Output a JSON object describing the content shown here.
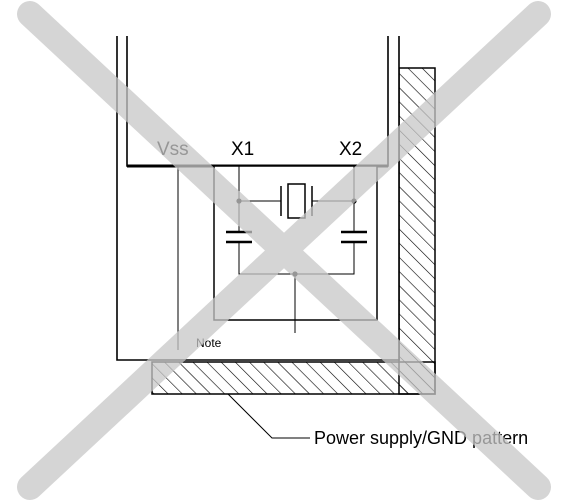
{
  "labels": {
    "vss": "Vss",
    "x1": "X1",
    "x2": "X2",
    "note": "Note",
    "power_gnd": "Power supply/GND pattern"
  },
  "colors": {
    "line": "#000000",
    "cross": "#c8c8c8",
    "background": "#ffffff"
  }
}
